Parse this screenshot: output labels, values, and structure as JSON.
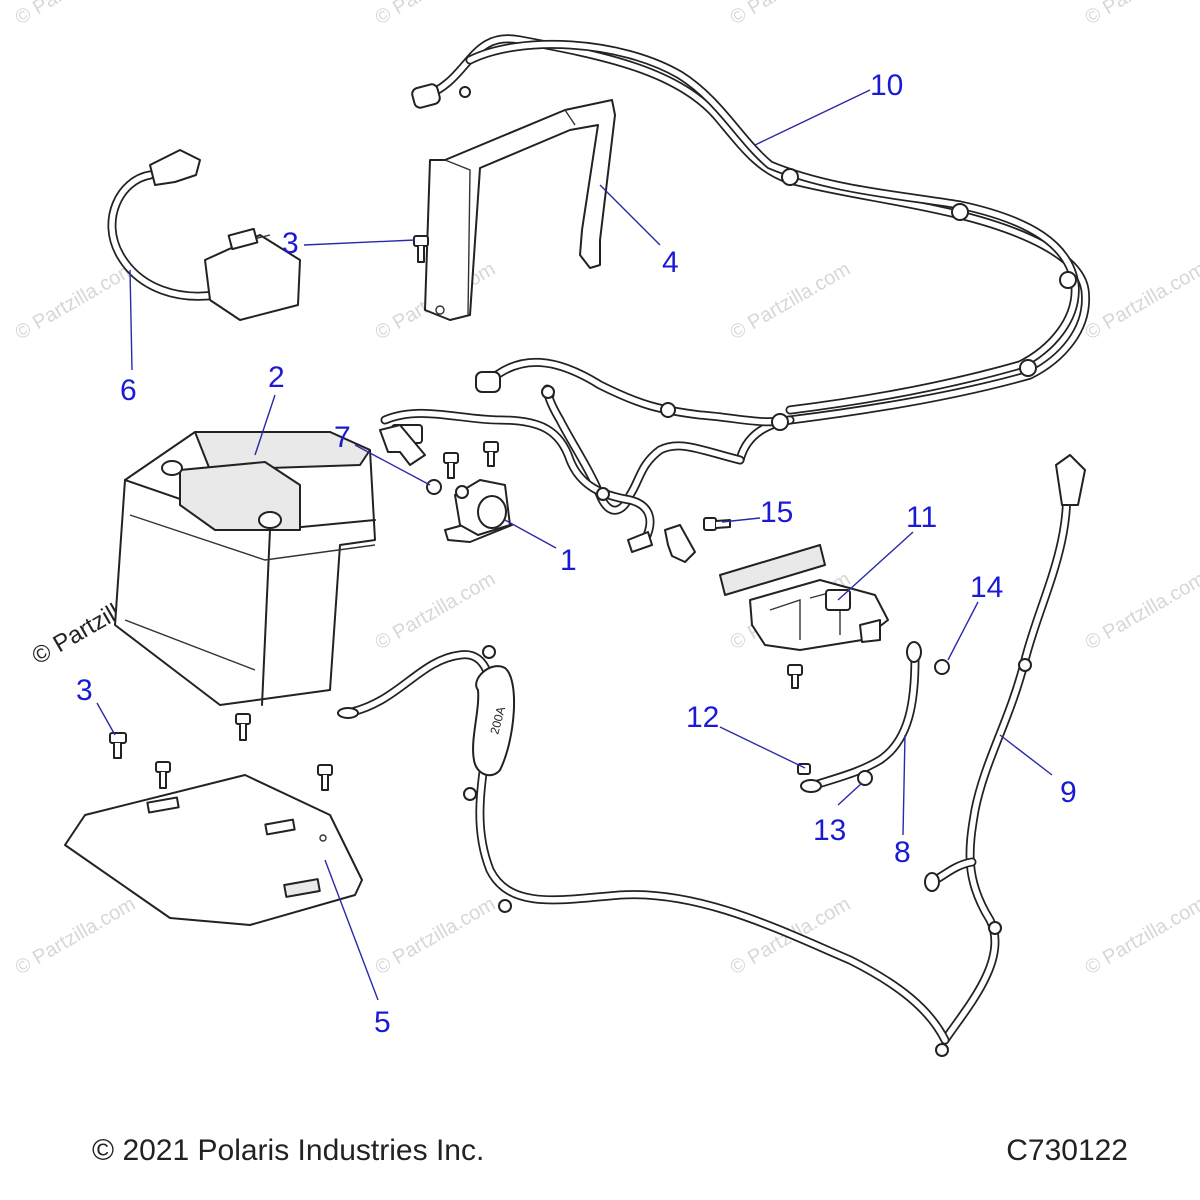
{
  "diagram": {
    "copyright": "© 2021 Polaris Industries Inc.",
    "drawing_number": "C730122",
    "watermark": "© Partzilla.com",
    "fuse_label": "200A",
    "callouts": [
      {
        "id": "1",
        "label": "1"
      },
      {
        "id": "2",
        "label": "2"
      },
      {
        "id": "3a",
        "label": "3"
      },
      {
        "id": "3b",
        "label": "3"
      },
      {
        "id": "4",
        "label": "4"
      },
      {
        "id": "5",
        "label": "5"
      },
      {
        "id": "6",
        "label": "6"
      },
      {
        "id": "7",
        "label": "7"
      },
      {
        "id": "8",
        "label": "8"
      },
      {
        "id": "9",
        "label": "9"
      },
      {
        "id": "10",
        "label": "10"
      },
      {
        "id": "11",
        "label": "11"
      },
      {
        "id": "12",
        "label": "12"
      },
      {
        "id": "13",
        "label": "13"
      },
      {
        "id": "14",
        "label": "14"
      },
      {
        "id": "15",
        "label": "15"
      }
    ]
  }
}
